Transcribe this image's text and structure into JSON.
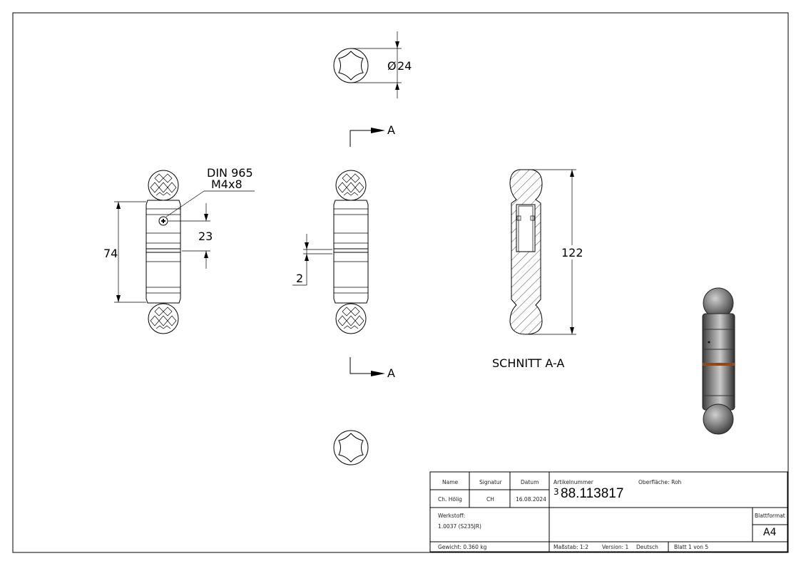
{
  "views": {
    "top_dimension": "24",
    "diameter_symbol": "Ø",
    "screw_label_line1": "DIN 965",
    "screw_label_line2": "M4x8",
    "dim_length_body": "74",
    "dim_screw_offset": "23",
    "dim_groove": "2",
    "dim_total": "122",
    "section_marker": "A",
    "section_title": "SCHNITT A-A"
  },
  "title_block": {
    "name_header": "Name",
    "signatur_header": "Signatur",
    "datum_header": "Datum",
    "name": "Ch. Hölig",
    "signatur": "CH",
    "datum": "16.08.2024",
    "artikelnummer_label": "Artikelnummer",
    "artikel_prefix": "3",
    "artikelnummer": "88.113817",
    "oberflaeche": "Oberfläche:  Roh",
    "werkstoff_label": "Werkstoff:",
    "werkstoff": "1.0037 (S235JR)",
    "blattformat_label": "Blattformat",
    "blattformat": "A4",
    "gewicht": "Gewicht: 0.360 kg",
    "massstab": "Maßstab: 1:2",
    "version": "Version: 1",
    "sprache": "Deutsch",
    "blatt": "Blatt 1 von 5"
  }
}
